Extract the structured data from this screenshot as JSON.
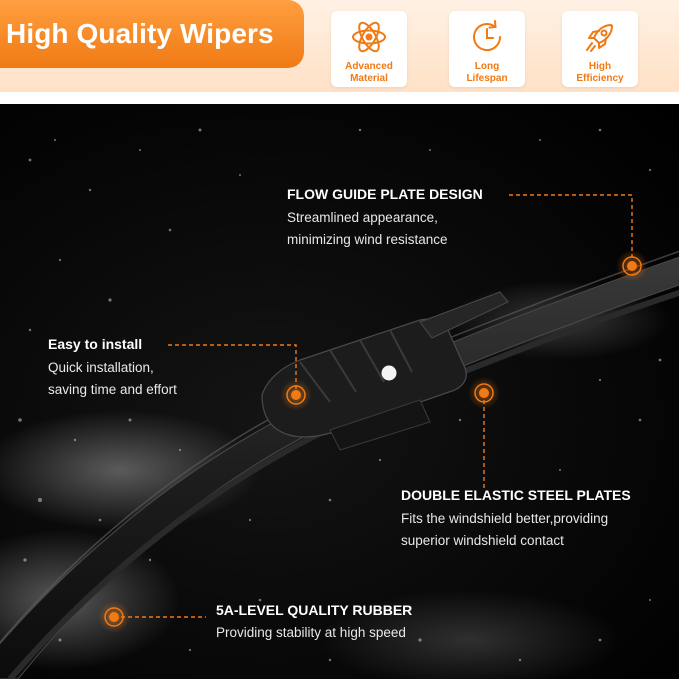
{
  "header": {
    "title": "High Quality Wipers",
    "features": [
      {
        "icon": "atom-icon",
        "line1": "Advanced",
        "line2": "Material"
      },
      {
        "icon": "clock-icon",
        "line1": "Long",
        "line2": "Lifespan"
      },
      {
        "icon": "rocket-icon",
        "line1": "High",
        "line2": "Efficiency"
      }
    ]
  },
  "callouts": {
    "flow": {
      "title": "FLOW GUIDE PLATE DESIGN",
      "line1": "Streamlined appearance,",
      "line2": "minimizing wind resistance"
    },
    "install": {
      "title": "Easy to install",
      "line1": "Quick installation,",
      "line2": "saving time and effort"
    },
    "steel": {
      "title": "DOUBLE ELASTIC STEEL PLATES",
      "line1": "Fits the windshield better,providing",
      "line2": "superior windshield contact"
    },
    "rubber": {
      "title": "5A-LEVEL QUALITY RUBBER",
      "line1": "Providing stability at high speed"
    }
  },
  "colors": {
    "accent": "#f07a14",
    "background": "#000000",
    "header_bg": "#ffe6cf"
  }
}
